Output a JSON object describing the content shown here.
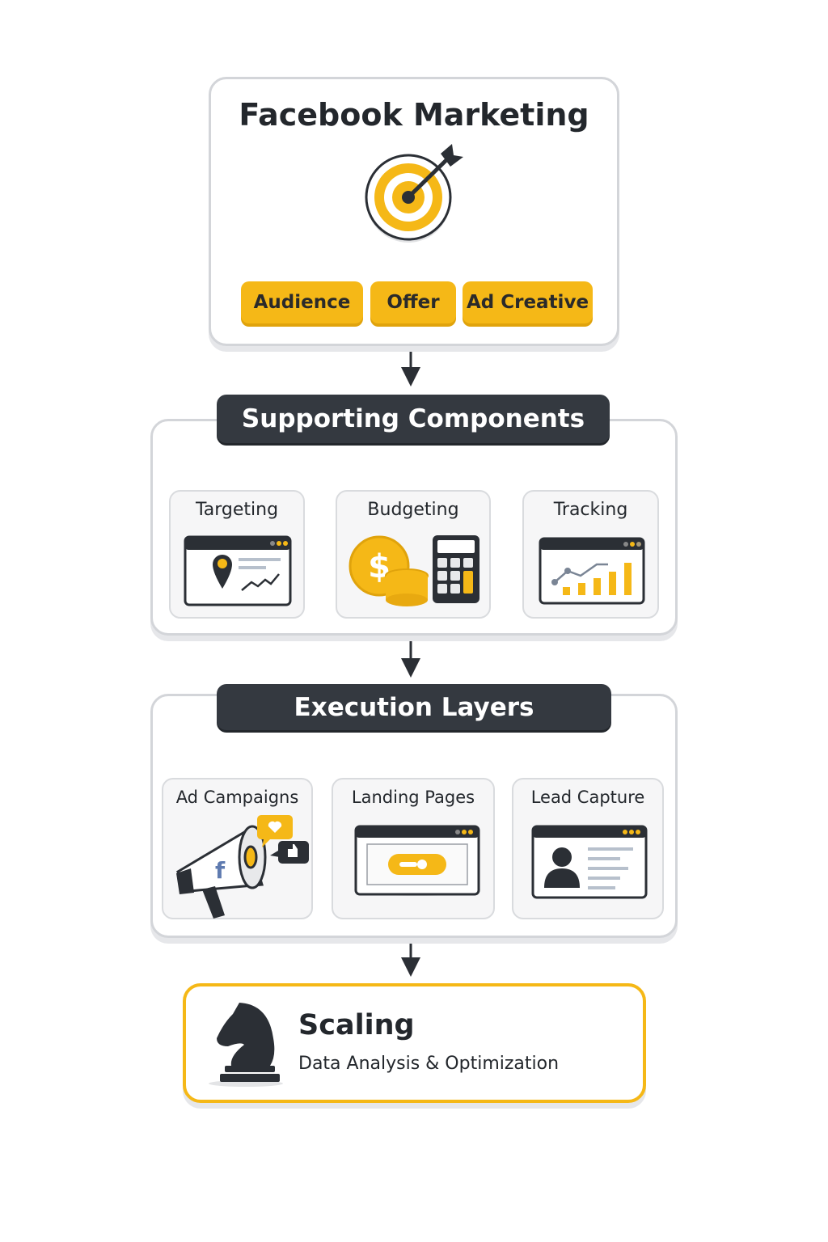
{
  "top": {
    "title": "Facebook Marketing",
    "pillars": [
      "Audience",
      "Offer",
      "Ad Creative"
    ]
  },
  "supporting": {
    "title": "Supporting Components",
    "items": [
      "Targeting",
      "Budgeting",
      "Tracking"
    ]
  },
  "execution": {
    "title": "Execution Layers",
    "items": [
      "Ad Campaigns",
      "Landing Pages",
      "Lead Capture"
    ]
  },
  "scaling": {
    "title": "Scaling",
    "subtitle": "Data Analysis & Optimization"
  },
  "colors": {
    "accent": "#f5b817",
    "dark": "#343940",
    "border": "#d3d5d9"
  }
}
